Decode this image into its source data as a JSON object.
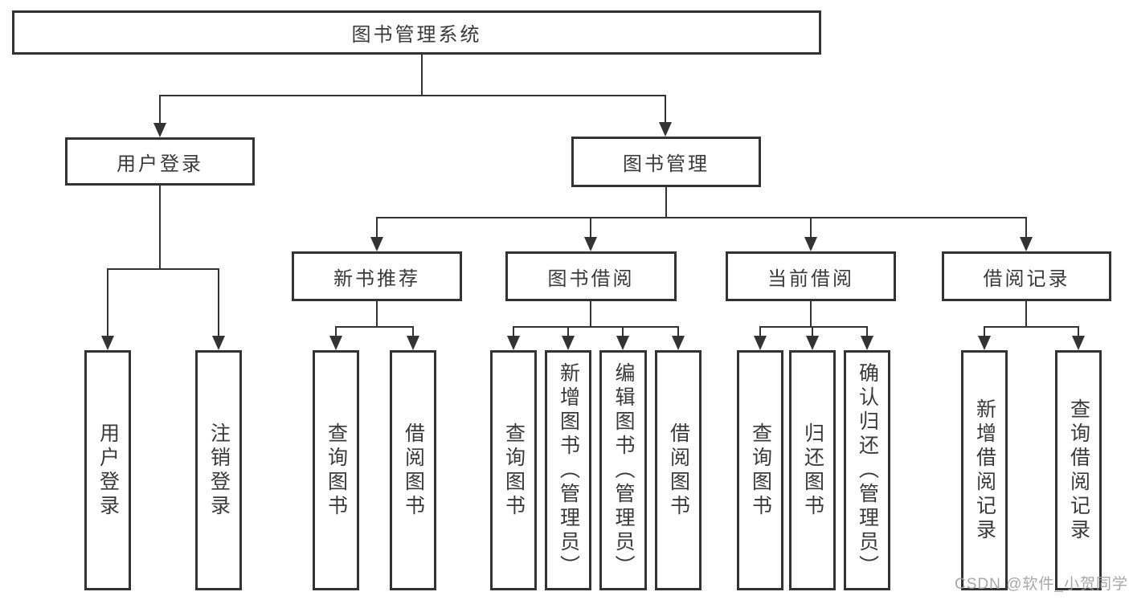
{
  "diagram": {
    "root": {
      "label": "图书管理系统"
    },
    "level2": [
      {
        "label": "用户登录"
      },
      {
        "label": "图书管理"
      }
    ],
    "level3": [
      {
        "label": "新书推荐"
      },
      {
        "label": "图书借阅"
      },
      {
        "label": "当前借阅"
      },
      {
        "label": "借阅记录"
      }
    ],
    "leaves": {
      "user_login": [
        "用户登录",
        "注销登录"
      ],
      "new_book": [
        "查询图书",
        "借阅图书"
      ],
      "borrow": [
        "查询图书",
        "新增图书（管理员）",
        "编辑图书（管理员）",
        "借阅图书"
      ],
      "current": [
        "查询图书",
        "归还图书",
        "确认归还（管理员）"
      ],
      "records": [
        "新增借阅记录",
        "查询借阅记录"
      ]
    }
  },
  "watermark": "CSDN @软件_小贺同学",
  "colors": {
    "line": "#333333",
    "text": "#3a3a3a",
    "watermark": "#9e9e9e",
    "background": "#ffffff"
  }
}
